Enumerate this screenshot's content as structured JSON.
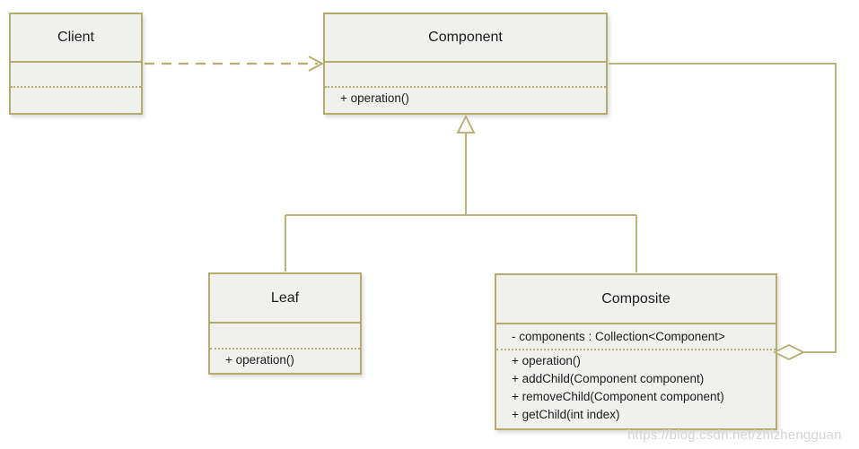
{
  "diagram_type": "uml-class-diagram",
  "pattern": "Composite",
  "colors": {
    "box_border": "#b4ab6c",
    "box_fill": "#f0f0ee",
    "text": "#1c1c1c",
    "watermark": "#d5d5d3",
    "background": "#ffffff"
  },
  "classes": {
    "client": {
      "name": "Client",
      "attributes": [],
      "methods": []
    },
    "component": {
      "name": "Component",
      "attributes": [],
      "methods": [
        "+ operation()"
      ]
    },
    "leaf": {
      "name": "Leaf",
      "attributes": [],
      "methods": [
        "+ operation()"
      ]
    },
    "composite": {
      "name": "Composite",
      "attributes": [
        "- components : Collection<Component>"
      ],
      "methods": [
        "+ operation()",
        "+ addChild(Component component)",
        "+ removeChild(Component component)",
        "+ getChild(int index)"
      ]
    }
  },
  "relations": [
    {
      "type": "dependency",
      "from": "Client",
      "to": "Component",
      "style": "dashed-open-arrow"
    },
    {
      "type": "generalization",
      "from": "Leaf",
      "to": "Component",
      "style": "solid-hollow-triangle"
    },
    {
      "type": "generalization",
      "from": "Composite",
      "to": "Component",
      "style": "solid-hollow-triangle"
    },
    {
      "type": "aggregation",
      "from": "Composite",
      "to": "Component",
      "style": "solid-hollow-diamond"
    }
  ],
  "watermark": "https://blog.csdn.net/zhizhengguan"
}
